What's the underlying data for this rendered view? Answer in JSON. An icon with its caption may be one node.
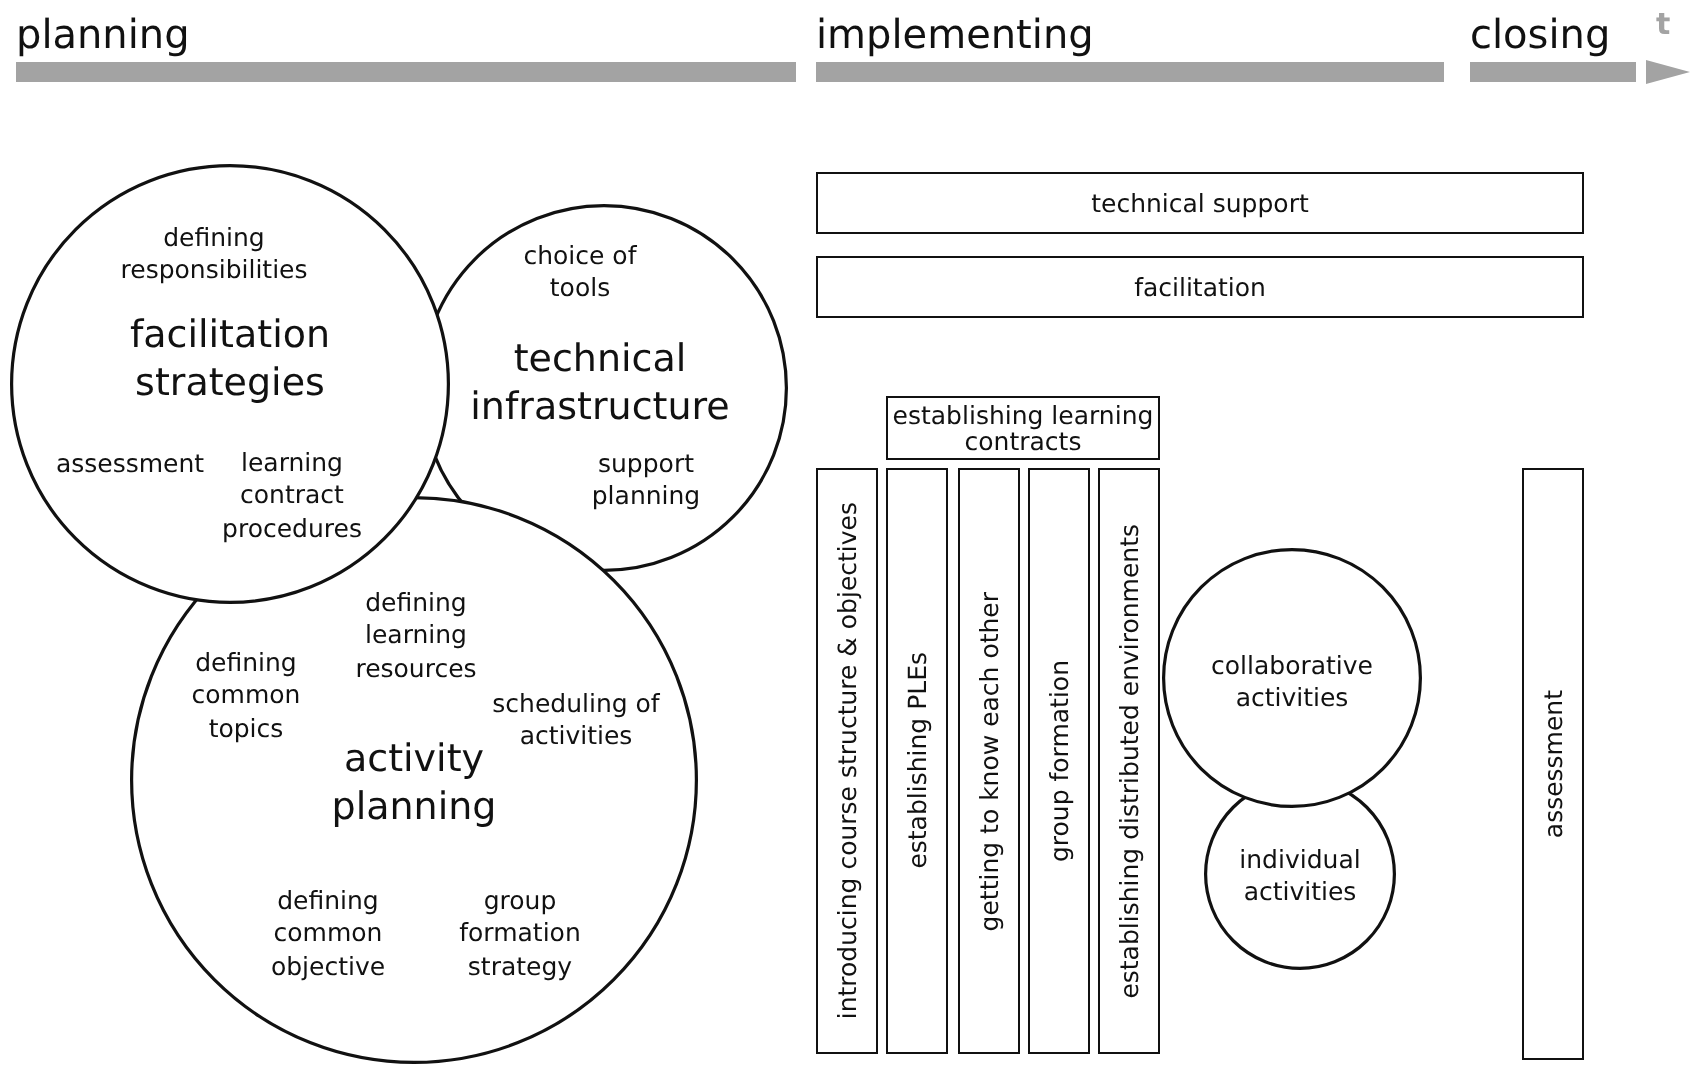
{
  "diagram": {
    "nodes": [
      {
        "text": [
          "planning"
        ]
      },
      {
        "text": [
          "implementing"
        ]
      },
      {
        "text": [
          "closing"
        ]
      },
      {
        "text": [
          "defining responsibilities",
          "facilitation strategies",
          "assessment",
          "learning contract procedures"
        ]
      },
      {
        "text": [
          "choice of tools",
          "technical infrastructure",
          "support planning"
        ]
      },
      {
        "text": [
          "defining learning resources",
          "defining common topics",
          "scheduling of activities",
          "activity planning",
          "defining common objective",
          "group formation strategy"
        ]
      },
      {
        "text": [
          "technical support"
        ]
      },
      {
        "text": [
          "facilitation"
        ]
      },
      {
        "text": [
          "establishing learning contracts"
        ]
      },
      {
        "text": [
          "introducing course structure & objectives"
        ]
      },
      {
        "text": [
          "establishing PLEs"
        ]
      },
      {
        "text": [
          "getting to know each other"
        ]
      },
      {
        "text": [
          "group formation"
        ]
      },
      {
        "text": [
          "establishing distributed environments"
        ]
      },
      {
        "text": [
          "collaborative activities"
        ]
      },
      {
        "text": [
          "individual activities"
        ]
      },
      {
        "text": [
          "assessment"
        ]
      }
    ],
    "labels": [
      "t"
    ]
  }
}
